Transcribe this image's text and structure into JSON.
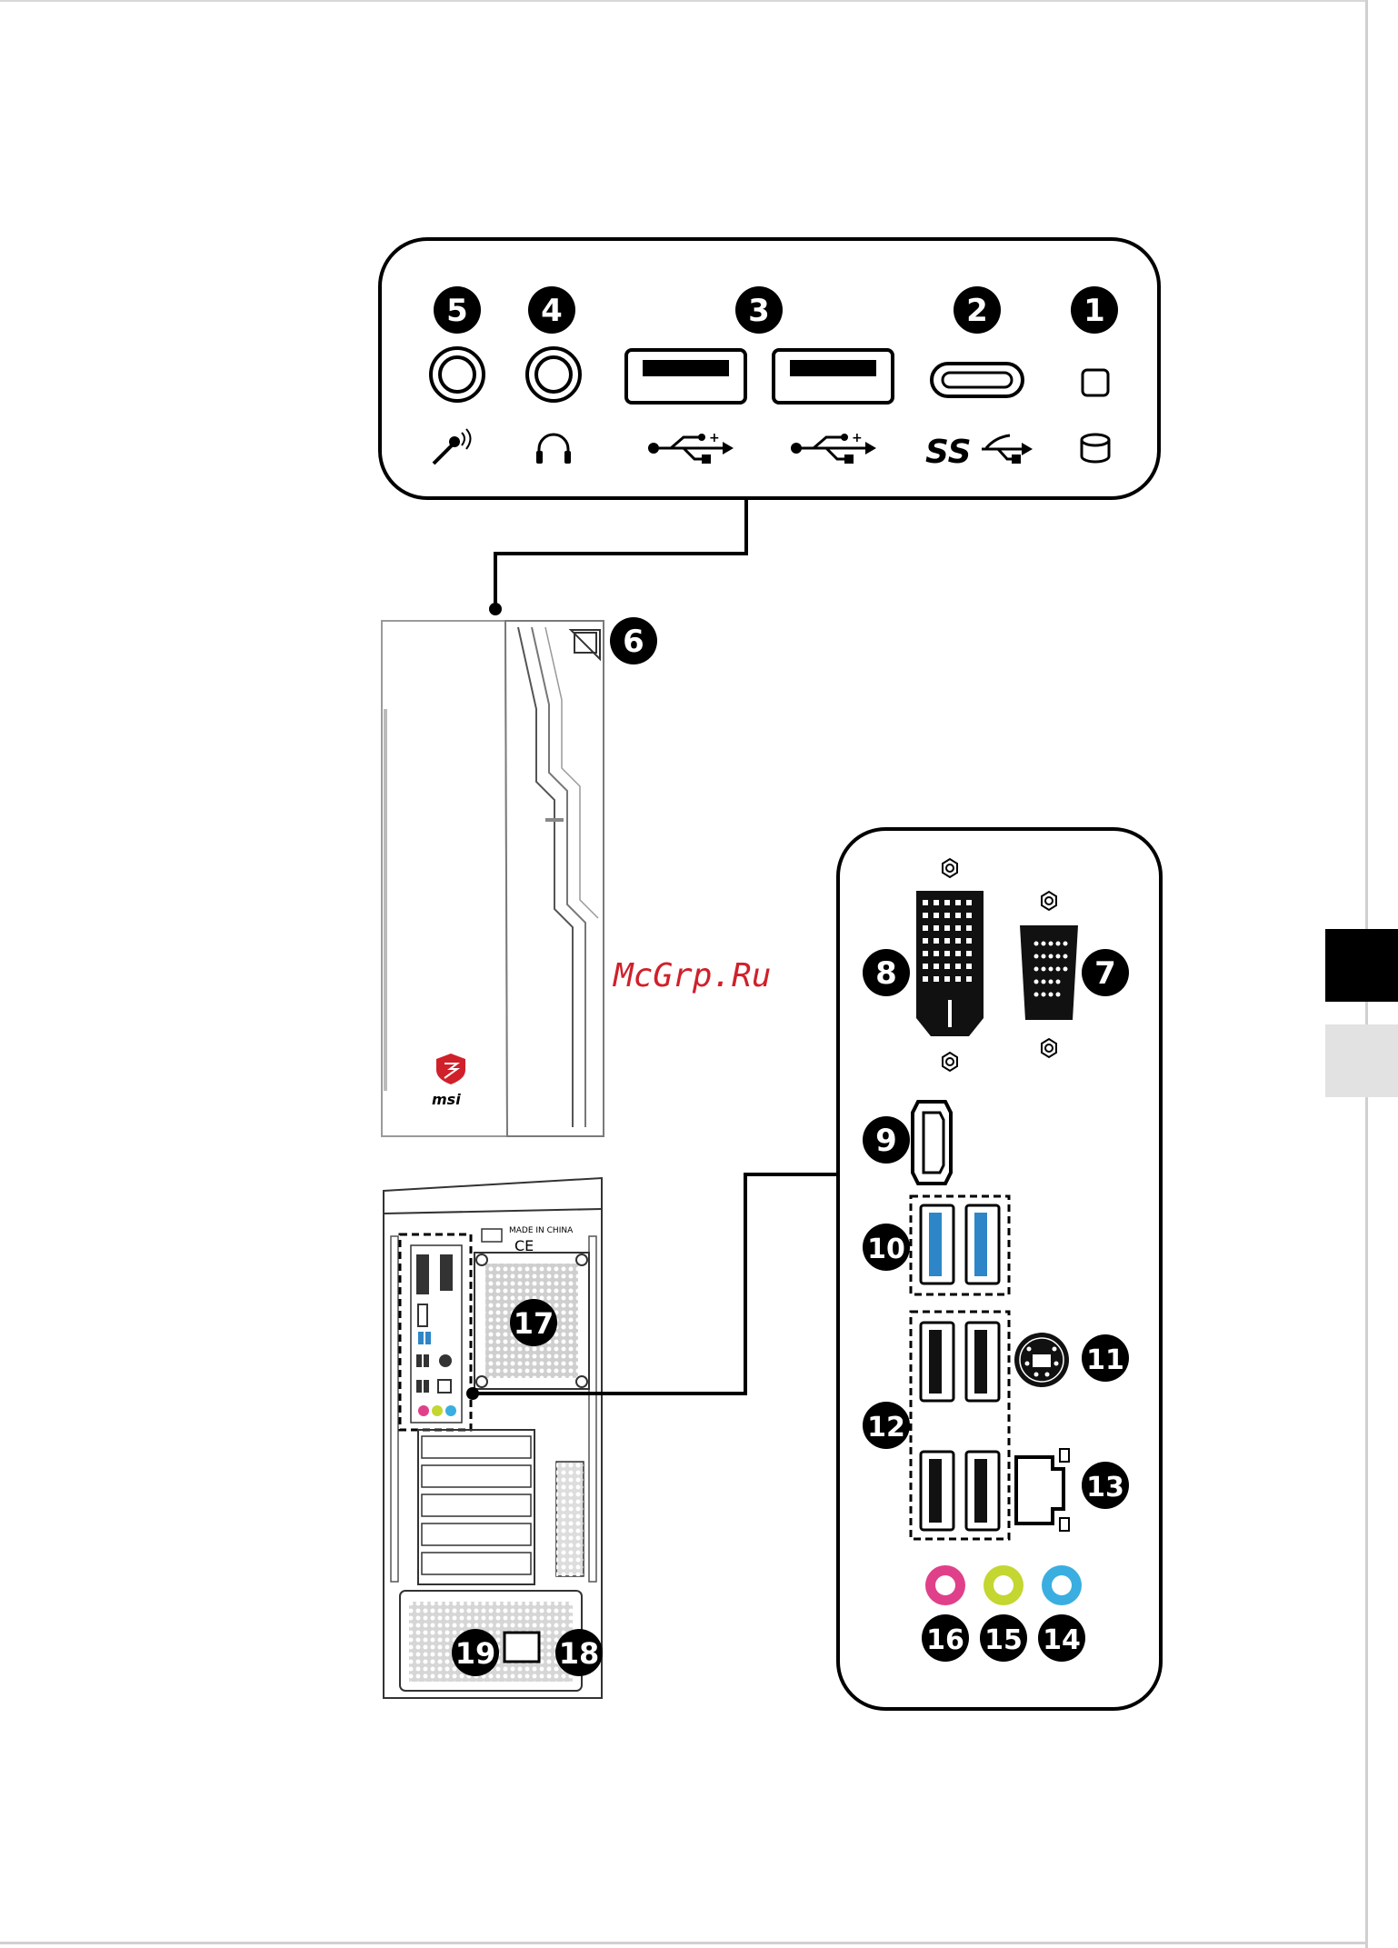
{
  "callouts": {
    "n1": "1",
    "n2": "2",
    "n3": "3",
    "n4": "4",
    "n5": "5",
    "n6": "6",
    "n7": "7",
    "n8": "8",
    "n9": "9",
    "n10": "10",
    "n11": "11",
    "n12": "12",
    "n13": "13",
    "n14": "14",
    "n15": "15",
    "n16": "16",
    "n17": "17",
    "n18": "18",
    "n19": "19"
  },
  "front_panel": {
    "ss_label": "SS"
  },
  "rear_chassis": {
    "made_in": "MADE IN CHINA",
    "ce_mark": "CE"
  },
  "front_chassis": {
    "brand": "msi"
  },
  "watermark": "McGrp.Ru",
  "colors": {
    "usb3_blue": "#2e86c8",
    "audio_pink": "#e0408a",
    "audio_lime": "#c4d630",
    "audio_blue": "#3aaee0",
    "msi_red": "#d0202a",
    "watermark_red": "#d0202a"
  },
  "icons": [
    "microphone-icon",
    "headphone-icon",
    "usb-icon",
    "usb-superspeed-icon",
    "hdd-led-icon",
    "power-button-icon"
  ]
}
